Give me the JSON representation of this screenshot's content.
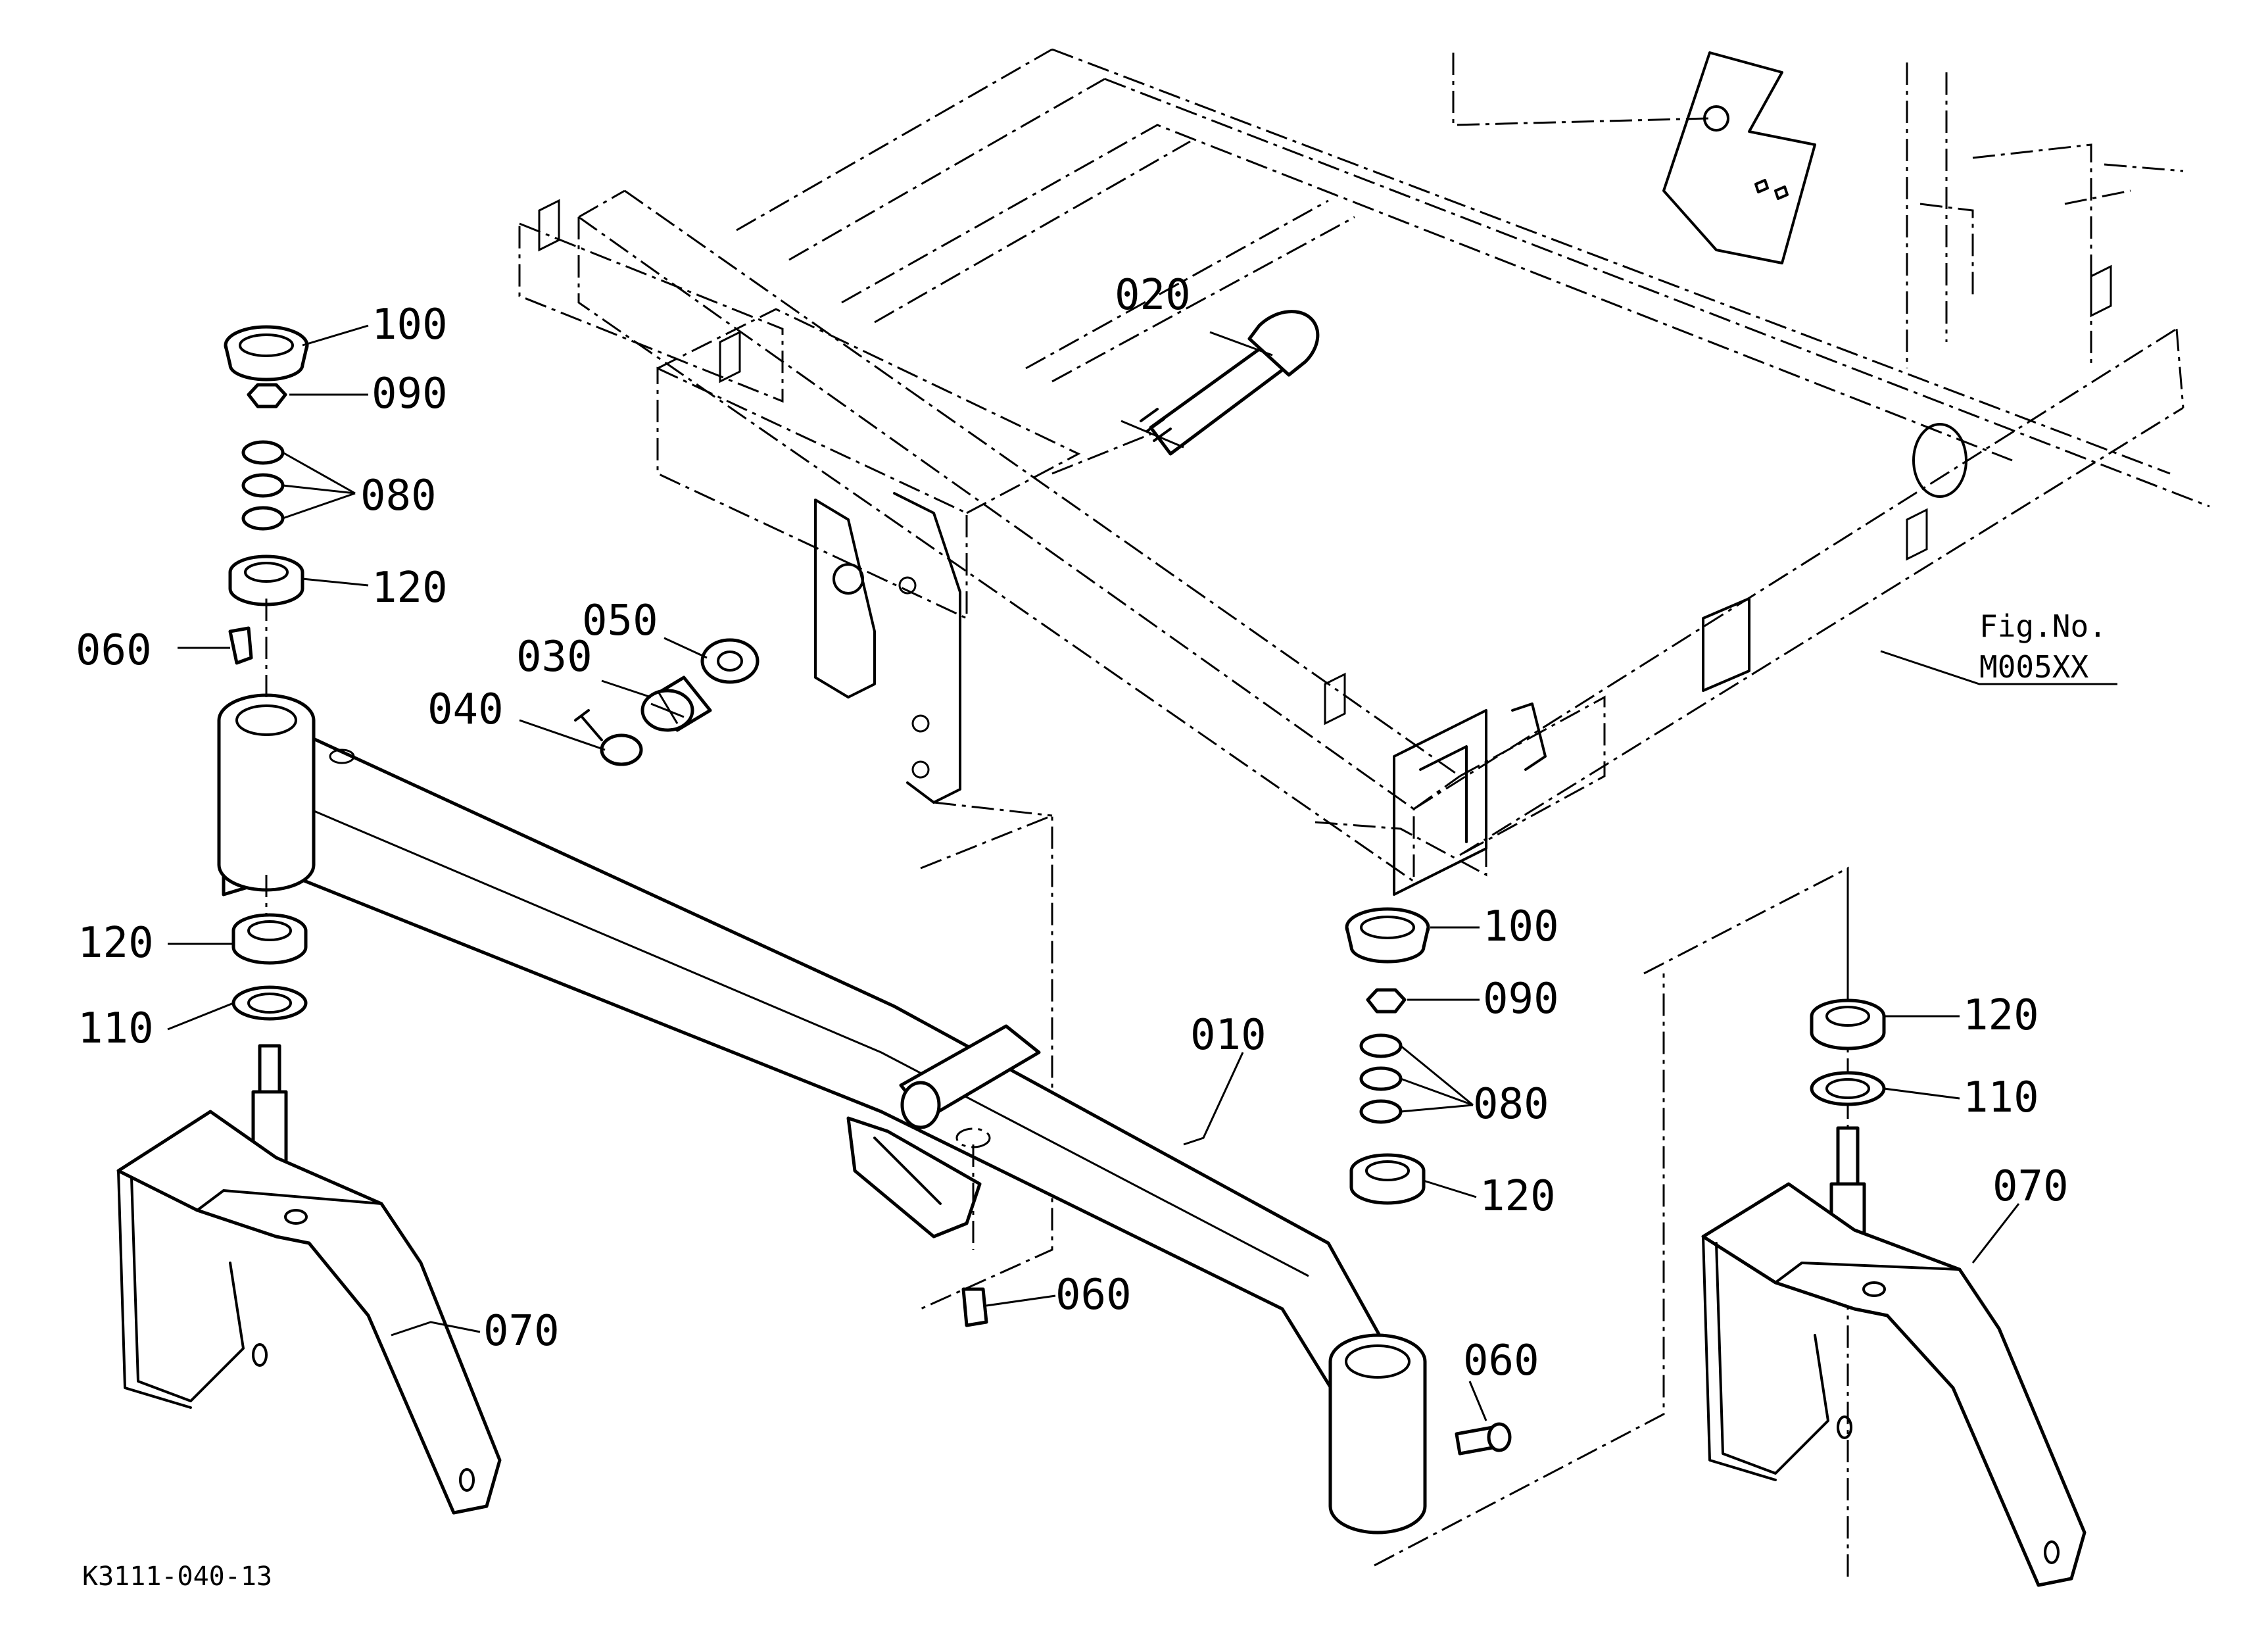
{
  "drawing_code": "K3111-040-13",
  "figure_ref": {
    "line1": "Fig.No.",
    "line2": "M005XX"
  },
  "callouts": [
    {
      "id": "c100a",
      "label": "100"
    },
    {
      "id": "c090a",
      "label": "090"
    },
    {
      "id": "c080a",
      "label": "080"
    },
    {
      "id": "c120a",
      "label": "120"
    },
    {
      "id": "c060a",
      "label": "060"
    },
    {
      "id": "c020",
      "label": "020"
    },
    {
      "id": "c050",
      "label": "050"
    },
    {
      "id": "c030",
      "label": "030"
    },
    {
      "id": "c040",
      "label": "040"
    },
    {
      "id": "c120b",
      "label": "120"
    },
    {
      "id": "c110a",
      "label": "110"
    },
    {
      "id": "c070a",
      "label": "070"
    },
    {
      "id": "c010",
      "label": "010"
    },
    {
      "id": "c060b",
      "label": "060"
    },
    {
      "id": "c100b",
      "label": "100"
    },
    {
      "id": "c090b",
      "label": "090"
    },
    {
      "id": "c080b",
      "label": "080"
    },
    {
      "id": "c120c",
      "label": "120"
    },
    {
      "id": "c060c",
      "label": "060"
    },
    {
      "id": "c120d",
      "label": "120"
    },
    {
      "id": "c110b",
      "label": "110"
    },
    {
      "id": "c070b",
      "label": "070"
    }
  ]
}
